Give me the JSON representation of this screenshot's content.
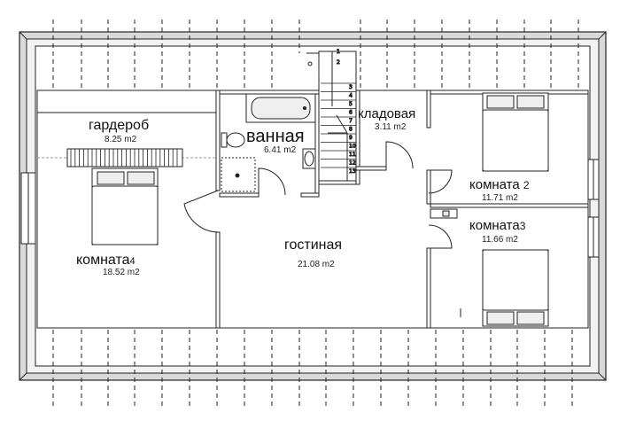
{
  "rooms": {
    "wardrobe": {
      "name": "гардероб",
      "area": "8.25 m2"
    },
    "bathroom": {
      "name": "ванная",
      "area": "6.41 m2"
    },
    "pantry": {
      "name": "кладовая",
      "area": "3.11 m2"
    },
    "room2": {
      "name": "комната",
      "number": "2",
      "area": "11.71 m2"
    },
    "room3": {
      "name": "комната",
      "number": "3",
      "area": "11.66 m2"
    },
    "room4": {
      "name": "комната",
      "number": "4",
      "area": "18.52 m2"
    },
    "living": {
      "name": "гостиная",
      "area": "21.08 m2"
    }
  },
  "stairs": {
    "steps": [
      "1",
      "2",
      "3",
      "4",
      "5",
      "6",
      "7",
      "8",
      "9",
      "10",
      "11",
      "12",
      "13"
    ]
  },
  "colors": {
    "wall_outer": "#cfcfcf",
    "wall_inner": "#efefef",
    "line": "#222222",
    "fixture_fill": "#e8e8e8"
  }
}
